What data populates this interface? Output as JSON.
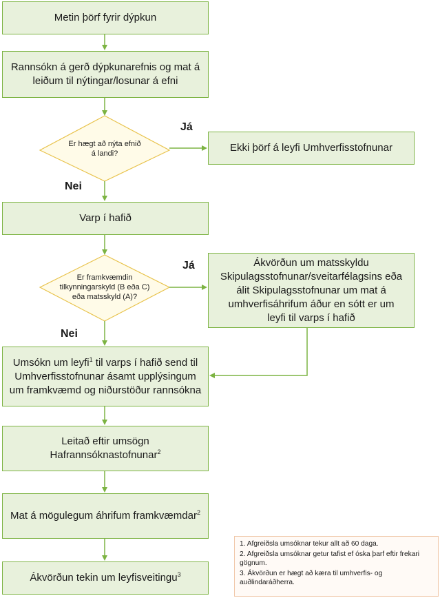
{
  "boxes": {
    "b1": "Metin þörf fyrir dýpkun",
    "b2": "Rannsókn á gerð dýpkunarefnis og mat á leiðum til nýtingar/losunar á efni",
    "b3": "Ekki þörf á leyfi Umhverfisstofnunar",
    "b4": "Varp í hafið",
    "b5": "Ákvörðun um matsskyldu Skipulagsstofnunar/sveitarfélagsins eða álit Skipulagsstofnunar um mat á umhverfisáhrifum áður en sótt er um leyfi til varps í hafið",
    "b6_pre": "Umsókn um leyfi",
    "b6_sup": "1",
    "b6_post": " til varps í hafið send til Umhverfisstofnunar ásamt upplýsingum um framkvæmd og niðurstöður rannsókna",
    "b7_pre": "Leitað eftir umsögn Hafrannsóknastofnunar",
    "b7_sup": "2",
    "b8_pre": "Mat á mögulegum áhrifum framkvæmdar",
    "b8_sup": "2",
    "b9_pre": "Ákvörðun tekin um leyfisveitingu",
    "b9_sup": "3"
  },
  "decisions": {
    "d1": "Er hægt að nýta efnið á landi?",
    "d2": "Er framkvæmdin tilkynningarskyld (B eða C) eða matsskyld (A)?"
  },
  "branches": {
    "ja1": "Já",
    "nei1": "Nei",
    "ja2": "Já",
    "nei2": "Nei"
  },
  "notes": [
    "1. Afgreiðsla umsóknar tekur allt að 60 daga.",
    "2. Afgreiðsla umsóknar getur tafist ef óska þarf eftir frekari gögnum.",
    "3. Ákvörðun er hægt að kæra til umhverfis- og auðlindaráðherra."
  ],
  "colors": {
    "box_fill": "#e8f1dc",
    "box_border": "#7cb342",
    "decision_fill": "#fffbe8",
    "decision_border": "#e8c24a",
    "arrow": "#7cb342"
  }
}
